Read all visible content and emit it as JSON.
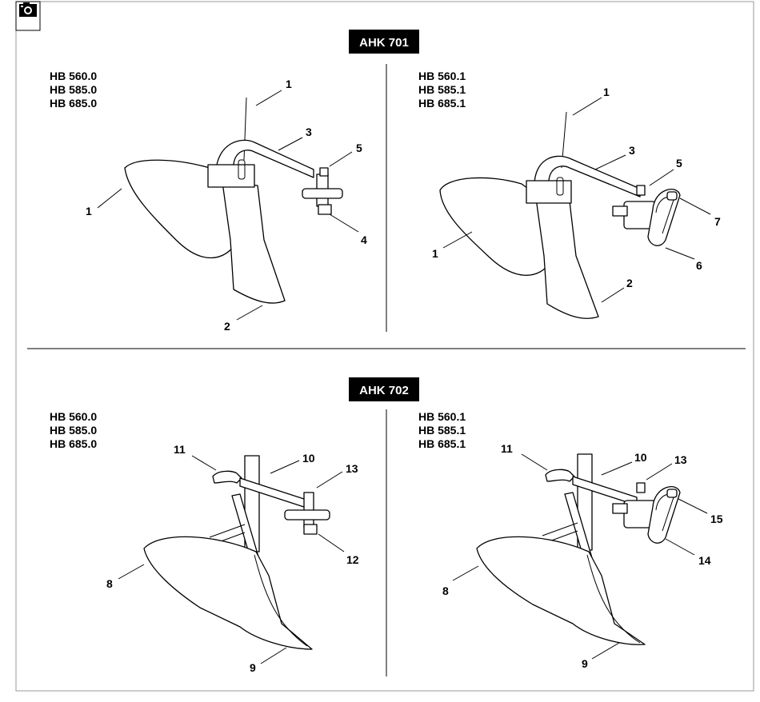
{
  "sections": [
    {
      "badge": "AHK 701",
      "left": {
        "models": [
          "HB 560.0",
          "HB 585.0",
          "HB 685.0"
        ],
        "callouts": [
          "1",
          "3",
          "5",
          "1",
          "4",
          "2"
        ]
      },
      "right": {
        "models": [
          "HB 560.1",
          "HB 585.1",
          "HB 685.1"
        ],
        "callouts": [
          "1",
          "3",
          "5",
          "7",
          "1",
          "6",
          "2"
        ]
      }
    },
    {
      "badge": "AHK 702",
      "left": {
        "models": [
          "HB 560.0",
          "HB 585.0",
          "HB 685.0"
        ],
        "callouts": [
          "11",
          "10",
          "13",
          "8",
          "12",
          "9"
        ]
      },
      "right": {
        "models": [
          "HB 560.1",
          "HB 585.1",
          "HB 685.1"
        ],
        "callouts": [
          "11",
          "10",
          "13",
          "15",
          "8",
          "14",
          "9"
        ]
      }
    }
  ]
}
